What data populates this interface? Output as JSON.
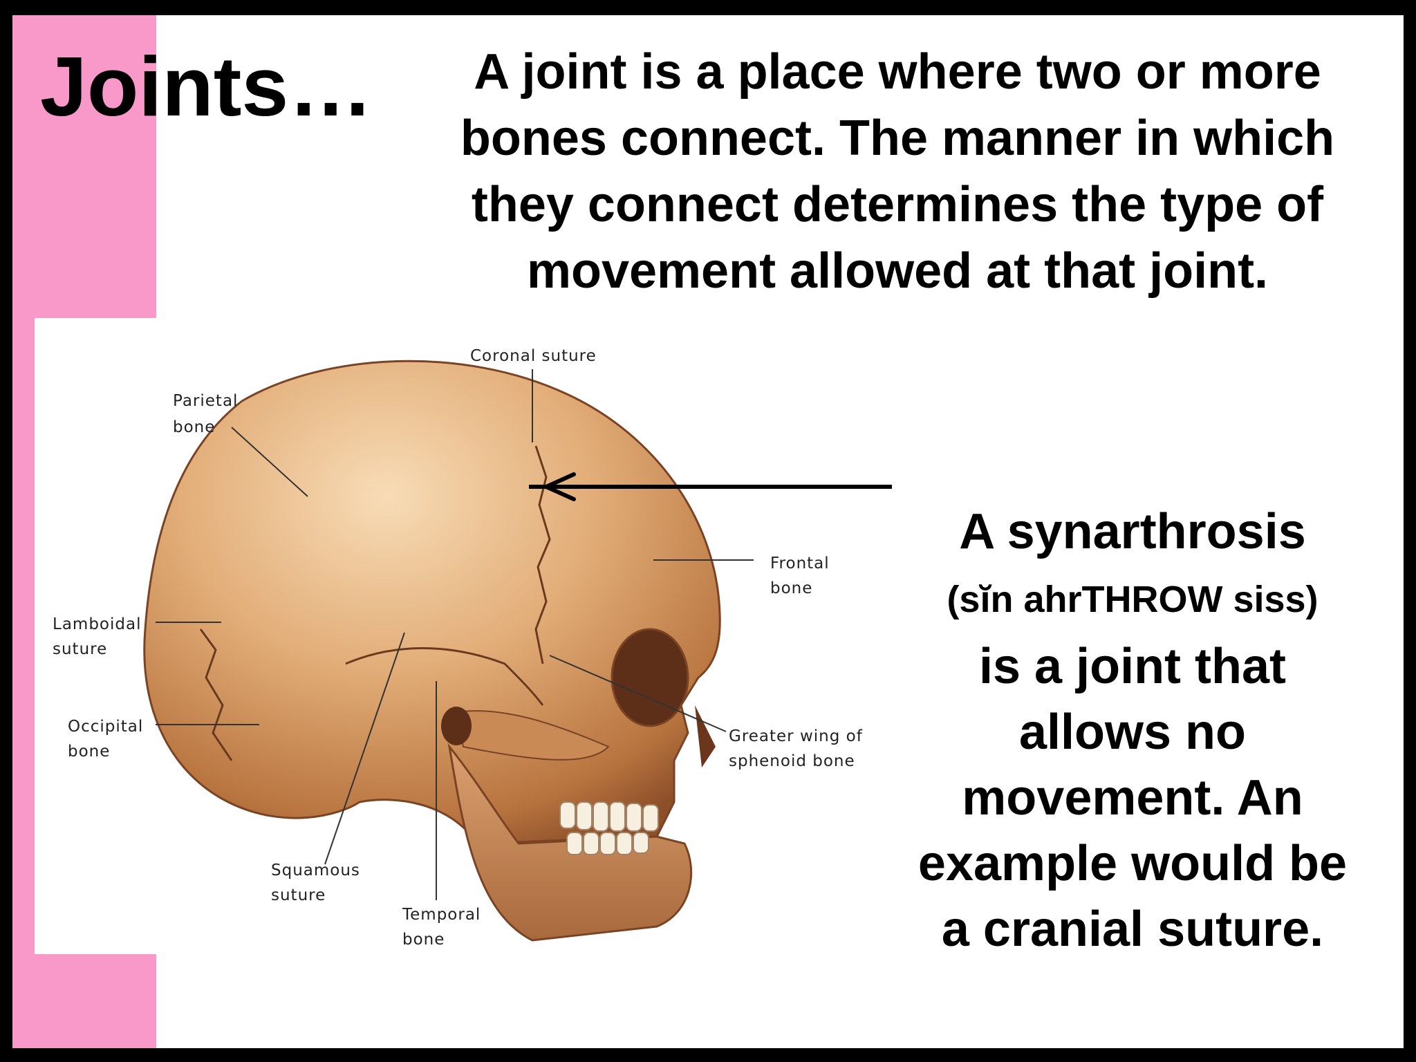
{
  "slide": {
    "title": "Joints…",
    "intro_lines": [
      "A joint is a place where two or more",
      "bones connect. The manner in which",
      "they connect determines the type of",
      "movement allowed at that joint."
    ],
    "definition": {
      "term_line": "A synarthrosis",
      "pronunciation": "(sĭn ahrTHROW siss)",
      "body_lines": [
        "is a joint that",
        "allows no",
        "movement. An",
        "example would be",
        "a cranial suture."
      ]
    }
  },
  "figure": {
    "labels": {
      "coronal_suture": "Coronal suture",
      "parietal_bone_1": "Parietal",
      "parietal_bone_2": "bone",
      "frontal_bone_1": "Frontal",
      "frontal_bone_2": "bone",
      "lamboidal_suture_1": "Lamboidal",
      "lamboidal_suture_2": "suture",
      "occipital_bone_1": "Occipital",
      "occipital_bone_2": "bone",
      "greater_wing_1": "Greater wing of",
      "greater_wing_2": "sphenoid bone",
      "squamous_suture_1": "Squamous",
      "squamous_suture_2": "suture",
      "temporal_bone_1": "Temporal",
      "temporal_bone_2": "bone"
    },
    "colors": {
      "bone_light": "#f2cfa4",
      "bone_mid": "#d9a06a",
      "bone_dark": "#9b5b33"
    }
  },
  "theme": {
    "accent": "#f899c9",
    "frame": "#000000",
    "background": "#ffffff"
  }
}
